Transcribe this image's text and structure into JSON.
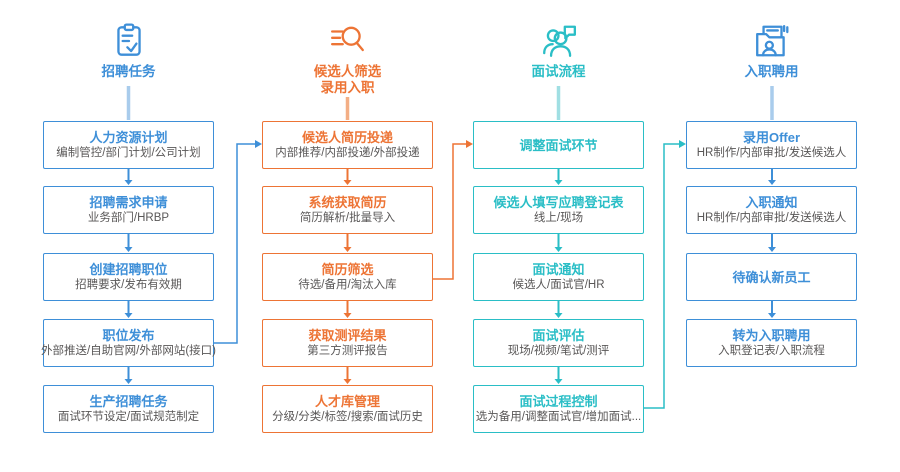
{
  "colors": {
    "blue": "#3E8FD8",
    "blue_light": "#A9CCEC",
    "orange": "#ED7435",
    "orange_light": "#F3AE85",
    "teal": "#2ABEC6",
    "teal_light": "#A0DFE3",
    "text_gray": "#595757"
  },
  "columns": [
    {
      "title": "招聘任务",
      "icon": "clipboard-check-icon",
      "color": "#3E8FD8",
      "boxes": [
        {
          "title": "人力资源计划",
          "subtitle": "编制管控/部门计划/公司计划"
        },
        {
          "title": "招聘需求申请",
          "subtitle": "业务部门/HRBP"
        },
        {
          "title": "创建招聘职位",
          "subtitle": "招聘要求/发布有效期"
        },
        {
          "title": "职位发布",
          "subtitle": "外部推送/自助官网/外部网站(接口)"
        },
        {
          "title": "生产招聘任务",
          "subtitle": "面试环节设定/面试规范制定"
        }
      ]
    },
    {
      "title": "候选人筛选",
      "title_line2": "录用入职",
      "icon": "search-filter-icon",
      "color": "#ED7435",
      "boxes": [
        {
          "title": "候选人简历投递",
          "subtitle": "内部推荐/内部投递/外部投递"
        },
        {
          "title": "系统获取简历",
          "subtitle": "简历解析/批量导入"
        },
        {
          "title": "简历筛选",
          "subtitle": "待选/备用/淘汰入库"
        },
        {
          "title": "获取测评结果",
          "subtitle": "第三方测评报告"
        },
        {
          "title": "人才库管理",
          "subtitle": "分级/分类/标签/搜索/面试历史"
        }
      ]
    },
    {
      "title": "面试流程",
      "icon": "interview-people-icon",
      "color": "#2ABEC6",
      "boxes": [
        {
          "title": "调整面试环节"
        },
        {
          "title": "候选人填写应聘登记表",
          "subtitle": "线上/现场"
        },
        {
          "title": "面试通知",
          "subtitle": "候选人/面试官/HR"
        },
        {
          "title": "面试评估",
          "subtitle": "现场/视频/笔试/测评"
        },
        {
          "title": "面试过程控制",
          "subtitle": "选为备用/调整面试官/增加面试..."
        }
      ]
    },
    {
      "title": "入职聘用",
      "icon": "employee-folder-icon",
      "color": "#3E8FD8",
      "boxes": [
        {
          "title": "录用Offer",
          "subtitle": "HR制作/内部审批/发送候选人"
        },
        {
          "title": "入职通知",
          "subtitle": "HR制作/内部审批/发送候选人"
        },
        {
          "title": "待确认新员工"
        },
        {
          "title": "转为入职聘用",
          "subtitle": "入职登记表/入职流程"
        }
      ]
    }
  ]
}
